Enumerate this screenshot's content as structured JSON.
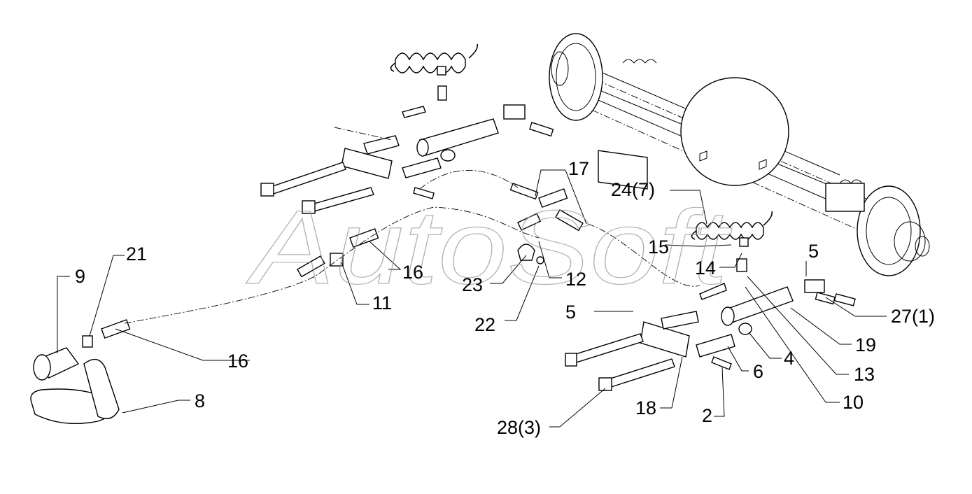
{
  "watermark": "AutoSoft",
  "callouts": [
    {
      "id": "c9",
      "text": "9"
    },
    {
      "id": "c21",
      "text": "21"
    },
    {
      "id": "c16a",
      "text": "16"
    },
    {
      "id": "c16b",
      "text": "16"
    },
    {
      "id": "c11",
      "text": "11"
    },
    {
      "id": "c23",
      "text": "23"
    },
    {
      "id": "c22",
      "text": "22"
    },
    {
      "id": "c12",
      "text": "12"
    },
    {
      "id": "c17",
      "text": "17"
    },
    {
      "id": "c24",
      "text": "24(7)"
    },
    {
      "id": "c15",
      "text": "15"
    },
    {
      "id": "c14",
      "text": "14"
    },
    {
      "id": "c5a",
      "text": "5"
    },
    {
      "id": "c5b",
      "text": "5"
    },
    {
      "id": "c27",
      "text": "27(1)"
    },
    {
      "id": "c19",
      "text": "19"
    },
    {
      "id": "c4",
      "text": "4"
    },
    {
      "id": "c13",
      "text": "13"
    },
    {
      "id": "c6",
      "text": "6"
    },
    {
      "id": "c10",
      "text": "10"
    },
    {
      "id": "c18",
      "text": "18"
    },
    {
      "id": "c2",
      "text": "2"
    },
    {
      "id": "c28",
      "text": "28(3)"
    },
    {
      "id": "c8",
      "text": "8"
    }
  ]
}
